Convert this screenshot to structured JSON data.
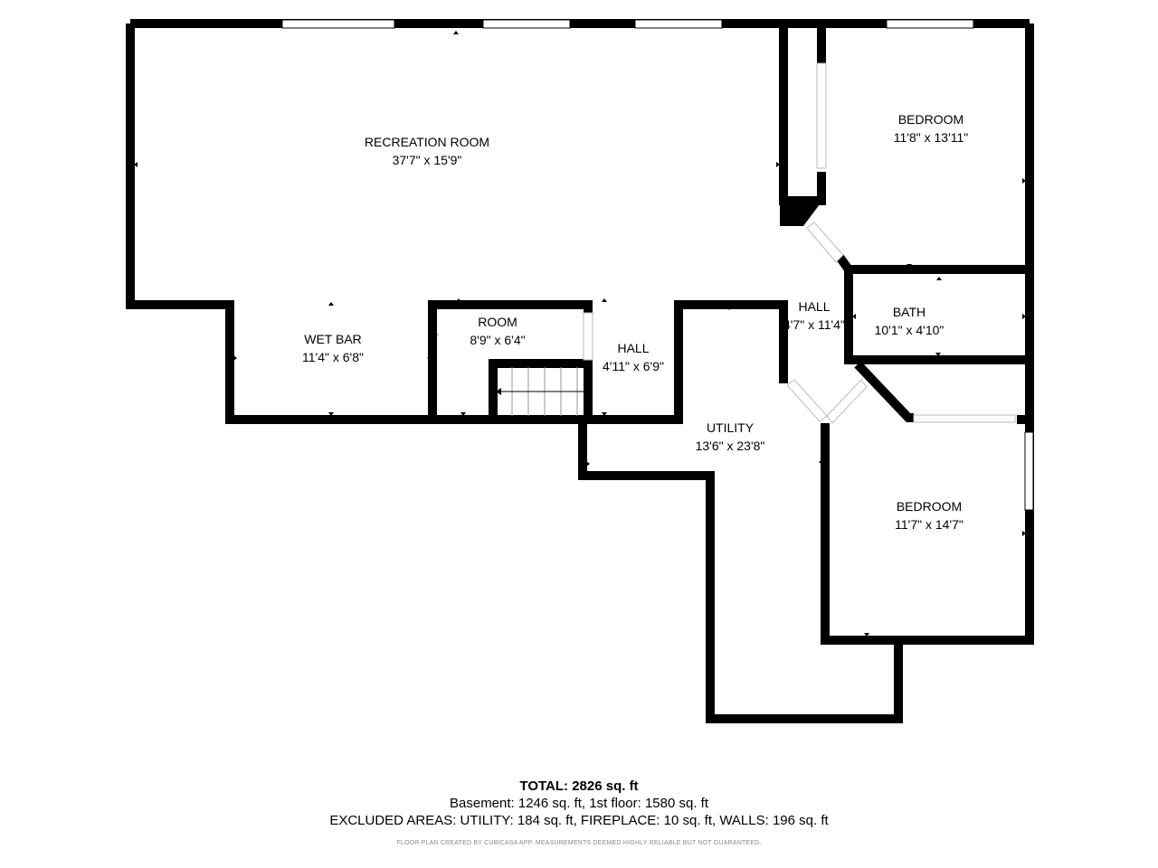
{
  "rooms": {
    "recreation": {
      "name": "RECREATION ROOM",
      "dims": "37'7\" x 15'9\""
    },
    "bedroom_top": {
      "name": "BEDROOM",
      "dims": "11'8\" x 13'11\""
    },
    "wet_bar": {
      "name": "WET BAR",
      "dims": "11'4\" x 6'8\""
    },
    "room": {
      "name": "ROOM",
      "dims": "8'9\" x 6'4\""
    },
    "hall_left": {
      "name": "HALL",
      "dims": "4'11\" x 6'9\""
    },
    "hall_center": {
      "name": "HALL",
      "dims": "4'7\" x 11'4\""
    },
    "bath": {
      "name": "BATH",
      "dims": "10'1\" x 4'10\""
    },
    "utility": {
      "name": "UTILITY",
      "dims": "13'6\" x 23'8\""
    },
    "bedroom_bottom": {
      "name": "BEDROOM",
      "dims": "11'7\" x 14'7\""
    }
  },
  "summary": {
    "total": "TOTAL: 2826 sq. ft",
    "floors": "Basement: 1246 sq. ft, 1st floor: 1580 sq. ft",
    "excluded": "EXCLUDED AREAS: UTILITY: 184 sq. ft, FIREPLACE: 10 sq. ft, WALLS: 196 sq. ft",
    "disclaimer": "FLOOR PLAN CREATED BY CUBICASA APP. MEASUREMENTS DEEMED HIGHLY RELIABLE BUT NOT GUARANTEED."
  },
  "colors": {
    "wall": "#000000",
    "window": "#ffffff",
    "background": "#ffffff"
  }
}
